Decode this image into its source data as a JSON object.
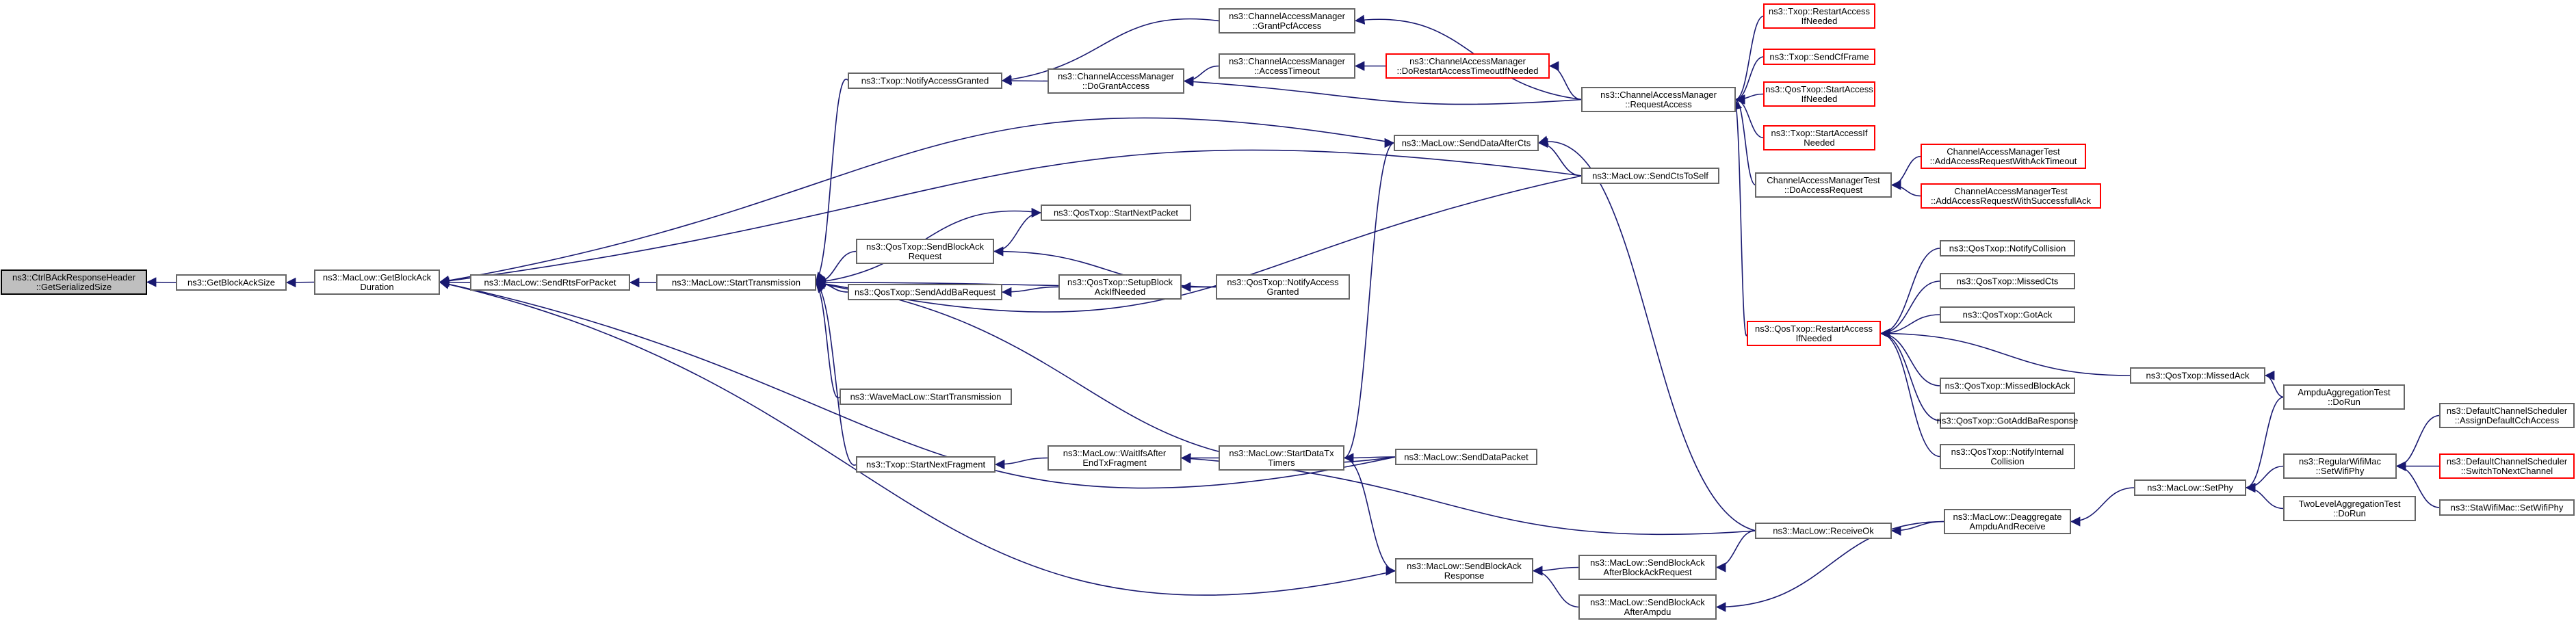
{
  "diagram": {
    "nodes": [
      {
        "id": "root",
        "lines": [
          "ns3::CtrlBAckResponseHeader",
          "::GetSerializedSize"
        ],
        "style": "root"
      },
      {
        "id": "getBlockAckSize",
        "lines": [
          "ns3::GetBlockAckSize"
        ]
      },
      {
        "id": "getBlockAckDuration",
        "lines": [
          "ns3::MacLow::GetBlockAck",
          "Duration"
        ]
      },
      {
        "id": "sendRtsForPacket",
        "lines": [
          "ns3::MacLow::SendRtsForPacket"
        ]
      },
      {
        "id": "startTransmission",
        "lines": [
          "ns3::MacLow::StartTransmission"
        ]
      },
      {
        "id": "txopNotifyAccessGranted",
        "lines": [
          "ns3::Txop::NotifyAccessGranted"
        ]
      },
      {
        "id": "camDoGrantAccess",
        "lines": [
          "ns3::ChannelAccessManager",
          "::DoGrantAccess"
        ]
      },
      {
        "id": "camGrantPcfAccess",
        "lines": [
          "ns3::ChannelAccessManager",
          "::GrantPcfAccess"
        ]
      },
      {
        "id": "camAccessTimeout",
        "lines": [
          "ns3::ChannelAccessManager",
          "::AccessTimeout"
        ]
      },
      {
        "id": "camDoRestartAccessTimeout",
        "lines": [
          "ns3::ChannelAccessManager",
          "::DoRestartAccessTimeoutIfNeeded"
        ],
        "style": "red"
      },
      {
        "id": "camRequestAccess",
        "lines": [
          "ns3::ChannelAccessManager",
          "::RequestAccess"
        ]
      },
      {
        "id": "txopRestartAccess",
        "lines": [
          "ns3::Txop::RestartAccess",
          "IfNeeded"
        ],
        "style": "red"
      },
      {
        "id": "txopSendCfFrame",
        "lines": [
          "ns3::Txop::SendCfFrame"
        ],
        "style": "red"
      },
      {
        "id": "qosStartAccessIfNeeded",
        "lines": [
          "ns3::QosTxop::StartAccess",
          "IfNeeded"
        ],
        "style": "red"
      },
      {
        "id": "txopStartAccessIfNeeded",
        "lines": [
          "ns3::Txop::StartAccessIf",
          "Needed"
        ],
        "style": "red"
      },
      {
        "id": "camTestDoAccessRequest",
        "lines": [
          "ChannelAccessManagerTest",
          "::DoAccessRequest"
        ]
      },
      {
        "id": "camTestAckTimeout",
        "lines": [
          "ChannelAccessManagerTest",
          "::AddAccessRequestWithAckTimeout"
        ],
        "style": "red"
      },
      {
        "id": "camTestSuccessfullAck",
        "lines": [
          "ChannelAccessManagerTest",
          "::AddAccessRequestWithSuccessfullAck"
        ],
        "style": "red"
      },
      {
        "id": "sendDataAfterCts",
        "lines": [
          "ns3::MacLow::SendDataAfterCts"
        ]
      },
      {
        "id": "sendCtsToSelf",
        "lines": [
          "ns3::MacLow::SendCtsToSelf"
        ]
      },
      {
        "id": "qosStartNextPacket",
        "lines": [
          "ns3::QosTxop::StartNextPacket"
        ]
      },
      {
        "id": "qosSendBlockAckRequest",
        "lines": [
          "ns3::QosTxop::SendBlockAck",
          "Request"
        ]
      },
      {
        "id": "qosSendAddBaRequest",
        "lines": [
          "ns3::QosTxop::SendAddBaRequest"
        ]
      },
      {
        "id": "qosSetupBlockAckIfNeeded",
        "lines": [
          "ns3::QosTxop::SetupBlock",
          "AckIfNeeded"
        ]
      },
      {
        "id": "qosNotifyAccessGranted",
        "lines": [
          "ns3::QosTxop::NotifyAccess",
          "Granted"
        ]
      },
      {
        "id": "waveStartTransmission",
        "lines": [
          "ns3::WaveMacLow::StartTransmission"
        ]
      },
      {
        "id": "txopStartNextFragment",
        "lines": [
          "ns3::Txop::StartNextFragment"
        ]
      },
      {
        "id": "waitIfsAfterEndTxFragment",
        "lines": [
          "ns3::MacLow::WaitIfsAfter",
          "EndTxFragment"
        ]
      },
      {
        "id": "startDataTxTimers",
        "lines": [
          "ns3::MacLow::StartDataTx",
          "Timers"
        ]
      },
      {
        "id": "sendDataPacket",
        "lines": [
          "ns3::MacLow::SendDataPacket"
        ]
      },
      {
        "id": "sendBlockAckResponse",
        "lines": [
          "ns3::MacLow::SendBlockAck",
          "Response"
        ]
      },
      {
        "id": "sendBlockAckAfterBlockAckRequest",
        "lines": [
          "ns3::MacLow::SendBlockAck",
          "AfterBlockAckRequest"
        ]
      },
      {
        "id": "sendBlockAckAfterAmpdu",
        "lines": [
          "ns3::MacLow::SendBlockAck",
          "AfterAmpdu"
        ]
      },
      {
        "id": "receiveOk",
        "lines": [
          "ns3::MacLow::ReceiveOk"
        ]
      },
      {
        "id": "deaggregateAmpduAndReceive",
        "lines": [
          "ns3::MacLow::Deaggregate",
          "AmpduAndReceive"
        ]
      },
      {
        "id": "qosRestartAccessIfNeeded",
        "lines": [
          "ns3::QosTxop::RestartAccess",
          "IfNeeded"
        ],
        "style": "red"
      },
      {
        "id": "qosNotifyCollision",
        "lines": [
          "ns3::QosTxop::NotifyCollision"
        ]
      },
      {
        "id": "qosMissedCts",
        "lines": [
          "ns3::QosTxop::MissedCts"
        ]
      },
      {
        "id": "qosGotAck",
        "lines": [
          "ns3::QosTxop::GotAck"
        ]
      },
      {
        "id": "qosMissedAck",
        "lines": [
          "ns3::QosTxop::MissedAck"
        ]
      },
      {
        "id": "qosMissedBlockAck",
        "lines": [
          "ns3::QosTxop::MissedBlockAck"
        ]
      },
      {
        "id": "qosGotAddBaResponse",
        "lines": [
          "ns3::QosTxop::GotAddBaResponse"
        ]
      },
      {
        "id": "qosNotifyInternalCollision",
        "lines": [
          "ns3::QosTxop::NotifyInternal",
          "Collision"
        ]
      },
      {
        "id": "ampduAggregationTestDoRun",
        "lines": [
          "AmpduAggregationTest",
          "::DoRun"
        ]
      },
      {
        "id": "macLowSetPhy",
        "lines": [
          "ns3::MacLow::SetPhy"
        ]
      },
      {
        "id": "regularWifiMacSetWifiPhy",
        "lines": [
          "ns3::RegularWifiMac",
          "::SetWifiPhy"
        ]
      },
      {
        "id": "twoLevelAggregationTestDoRun",
        "lines": [
          "TwoLevelAggregationTest",
          "::DoRun"
        ]
      },
      {
        "id": "dccsAssignDefaultCchAccess",
        "lines": [
          "ns3::DefaultChannelScheduler",
          "::AssignDefaultCchAccess"
        ]
      },
      {
        "id": "dccsSwitchToNextChannel",
        "lines": [
          "ns3::DefaultChannelScheduler",
          "::SwitchToNextChannel"
        ],
        "style": "red"
      },
      {
        "id": "staWifiMacSetWifiPhy",
        "lines": [
          "ns3::StaWifiMac::SetWifiPhy"
        ]
      }
    ],
    "colors": {
      "edge": "#191970",
      "node_border": "#666666",
      "highlight_border": "#ff0000",
      "root_fill": "#bfbfbf"
    }
  }
}
